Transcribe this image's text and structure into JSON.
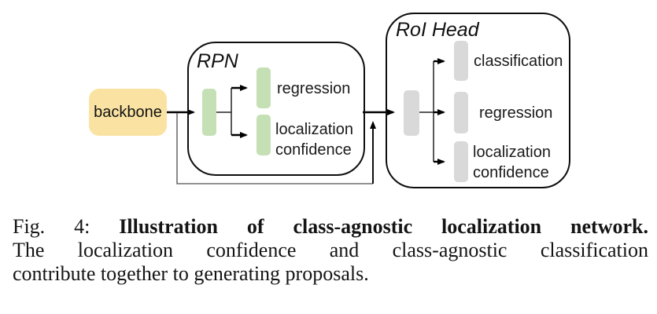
{
  "figure": {
    "backbone_label": "backbone",
    "rpn": {
      "title": "RPN",
      "branches": [
        {
          "label": "regression"
        },
        {
          "label": "localization\nconfidence"
        }
      ]
    },
    "roi_head": {
      "title": "RoI Head",
      "branches": [
        {
          "label": "classification"
        },
        {
          "label": "regression"
        },
        {
          "label": "localization\nconfidence"
        }
      ]
    }
  },
  "caption": {
    "lead": "Fig. 4: ",
    "bold": "Illustration of class-agnostic localization network.",
    "line2": "The localization confidence and class-agnostic classification",
    "line3": "contribute together to generating proposals."
  },
  "colors": {
    "backbone_fill": "#FAE3A2",
    "rpn_bar_fill": "#C5E0B4",
    "roi_bar_fill": "#D9D9D9",
    "panel_border": "#0d0d0d",
    "arrow": "#000000",
    "feedback_line": "#6e6e6e"
  }
}
